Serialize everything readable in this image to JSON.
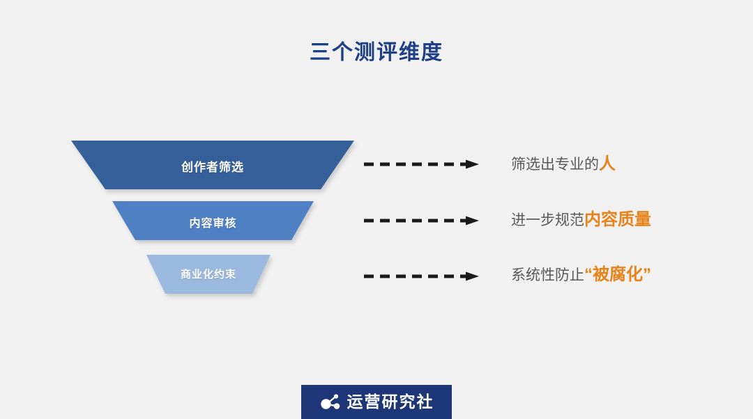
{
  "slide": {
    "title": "三个测评维度",
    "background_color": "#f1f1f1",
    "title_color": "#1f3f84"
  },
  "funnel": {
    "stages": [
      {
        "label": "创作者筛选",
        "color": "#35609a"
      },
      {
        "label": "内容审核",
        "color": "#4f80c4"
      },
      {
        "label": "商业化约束",
        "color": "#9bb8de"
      }
    ]
  },
  "arrows": [
    {
      "name": "dashed-arrow-1"
    },
    {
      "name": "dashed-arrow-2"
    },
    {
      "name": "dashed-arrow-3"
    }
  ],
  "descriptions": [
    {
      "plain": "筛选出专业的",
      "accent": "人"
    },
    {
      "plain": "进一步规范",
      "accent": "内容质量"
    },
    {
      "plain": "系统性防止",
      "accent": "“被腐化”"
    }
  ],
  "accent_color": "#e8821a",
  "text_color": "#595959",
  "logo": {
    "text": "运营研究社",
    "icon": "molecule-icon",
    "background_color": "#1d3678"
  }
}
